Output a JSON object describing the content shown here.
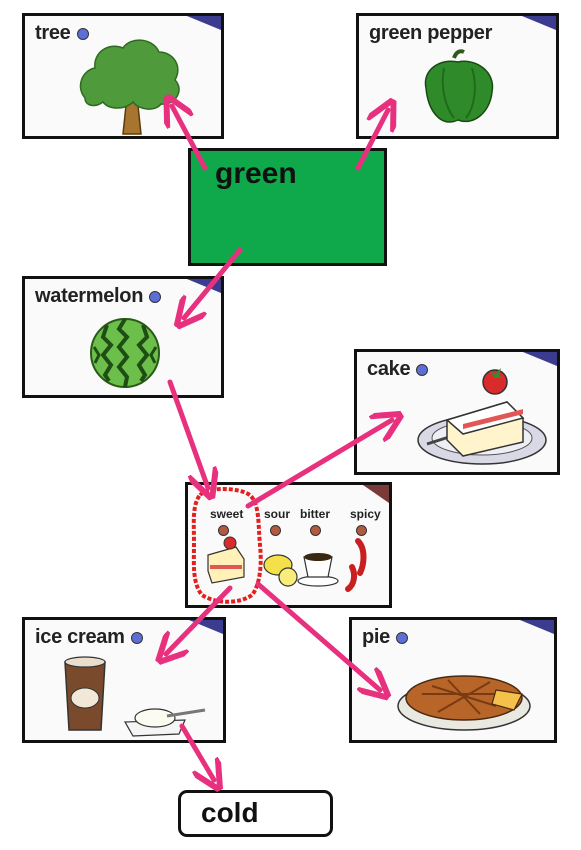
{
  "center": {
    "label": "green"
  },
  "cards": {
    "tree": {
      "label": "tree"
    },
    "green_pepper": {
      "label": "green pepper"
    },
    "watermelon": {
      "label": "watermelon"
    },
    "cake": {
      "label": "cake"
    },
    "ice_cream": {
      "label": "ice cream"
    },
    "pie": {
      "label": "pie"
    }
  },
  "tastes": {
    "sweet": "sweet",
    "sour": "sour",
    "bitter": "bitter",
    "spicy": "spicy"
  },
  "result": {
    "label": "cold"
  },
  "colors": {
    "arrow": "#e8317e",
    "green_box": "#0fa84b",
    "highlight": "#e32020"
  }
}
